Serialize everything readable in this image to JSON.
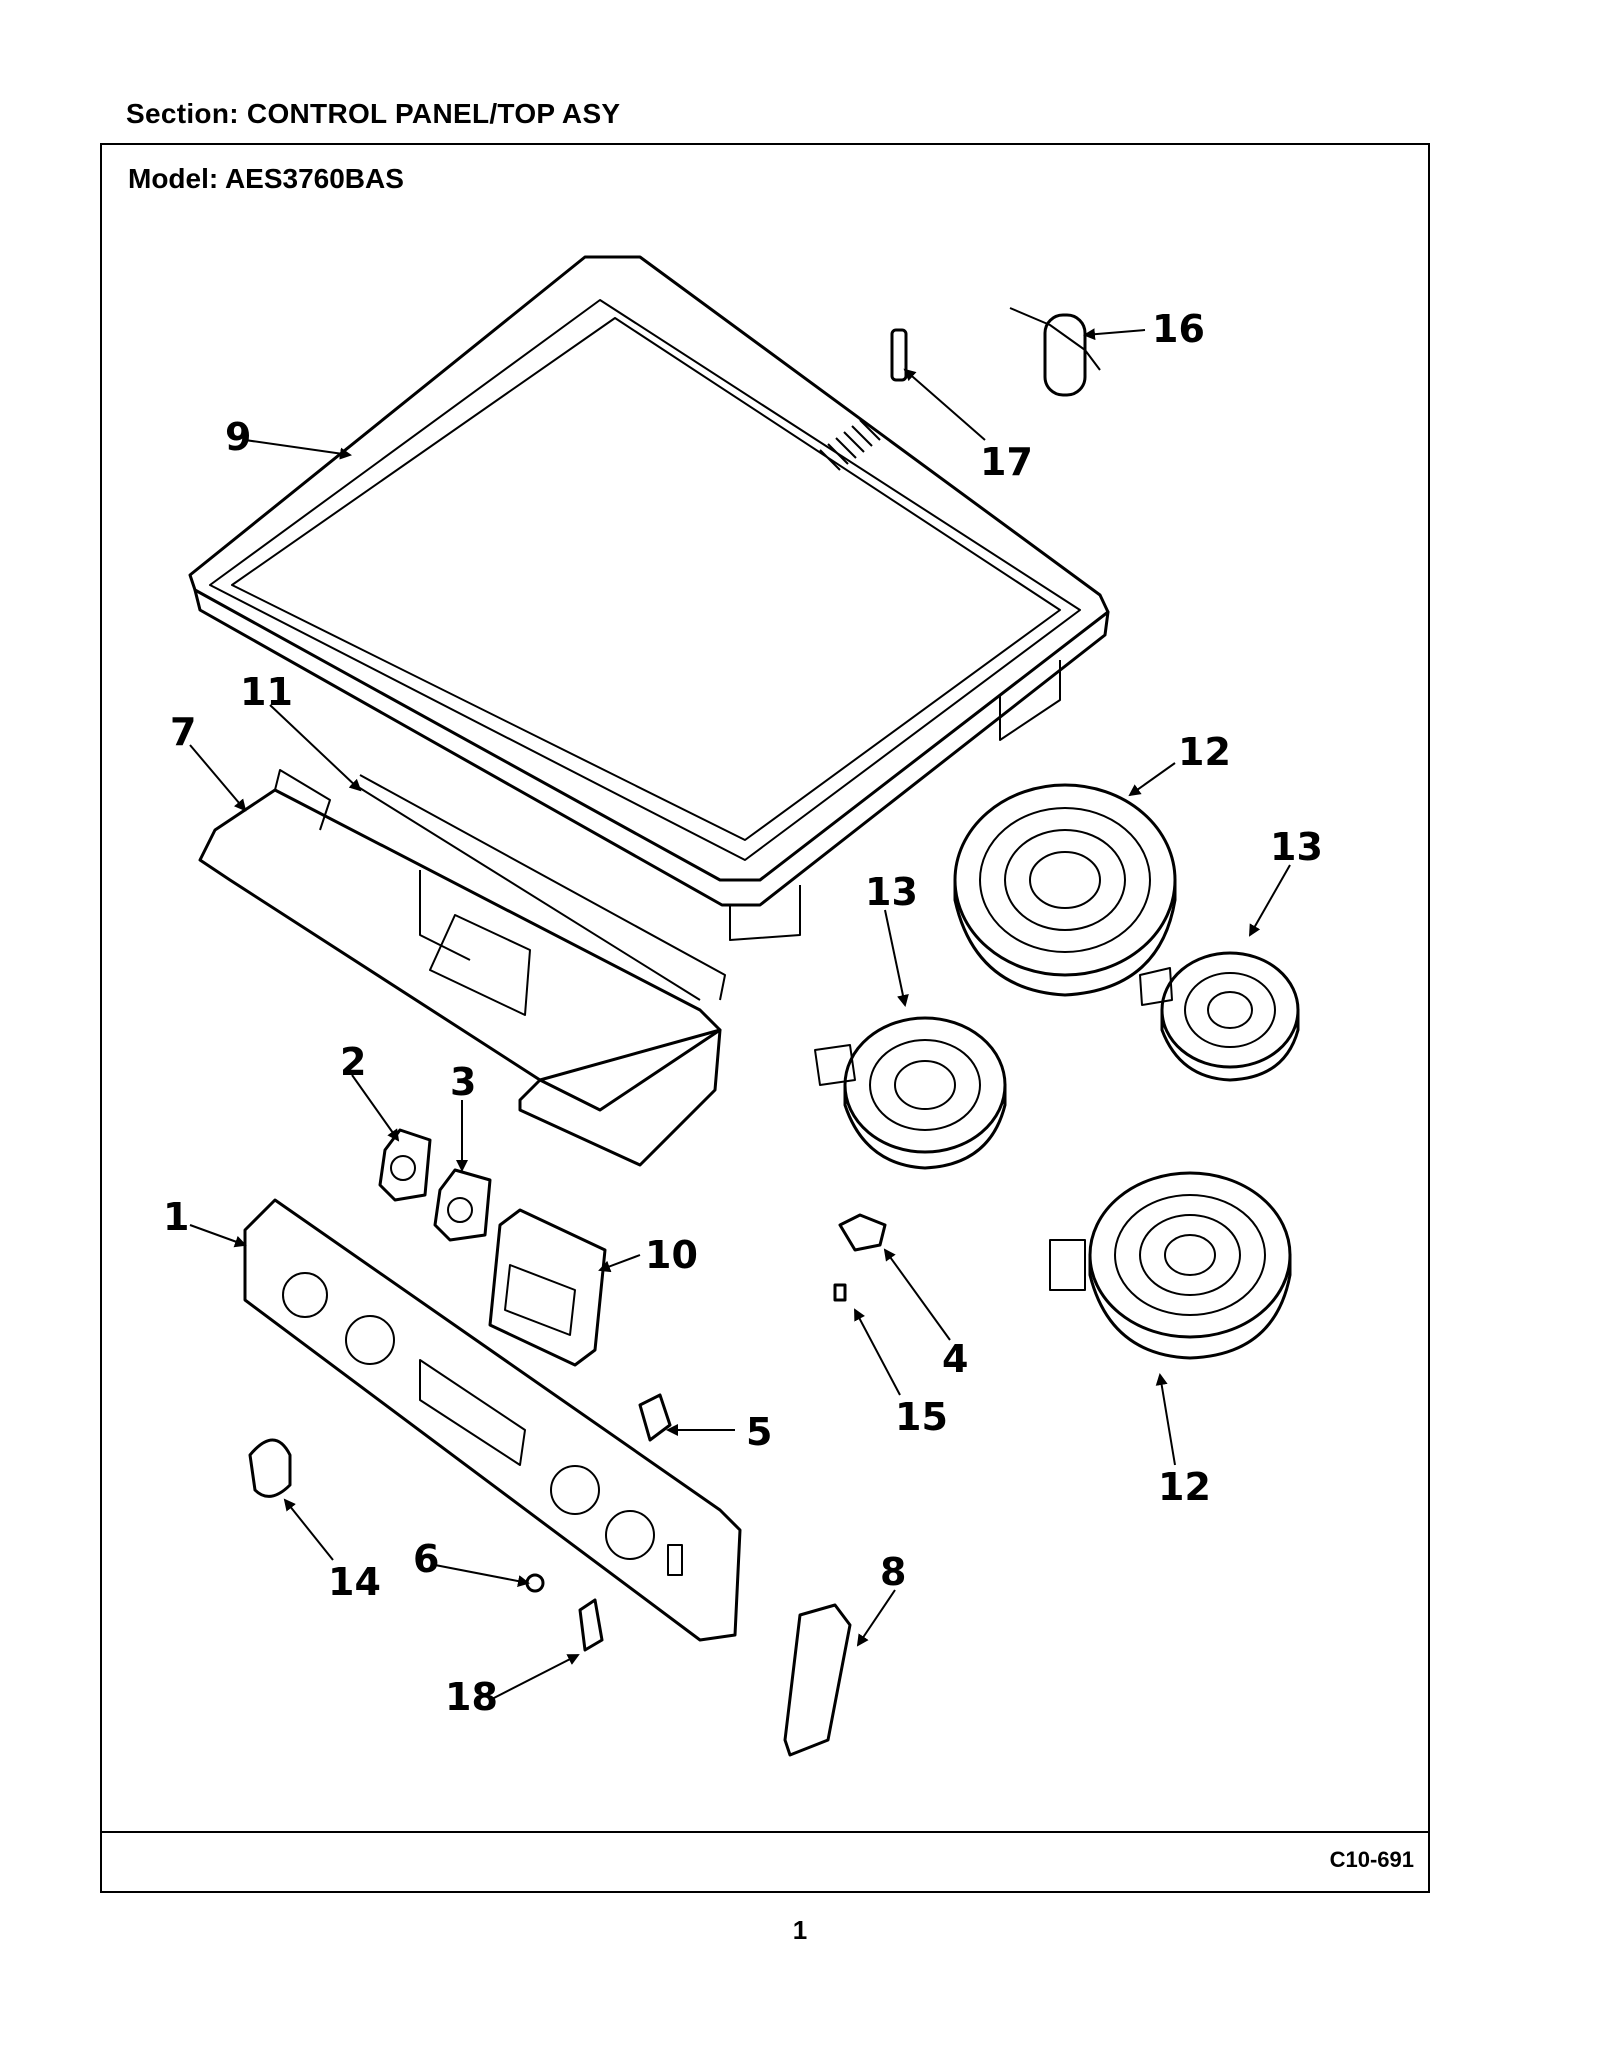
{
  "header": {
    "section_label": "Section:  CONTROL PANEL/TOP ASY"
  },
  "model": {
    "model_label": "Model:  AES3760BAS"
  },
  "footer": {
    "diagram_code": "C10-691",
    "page_number": "1"
  },
  "callouts": [
    "1",
    "2",
    "3",
    "4",
    "5",
    "6",
    "7",
    "8",
    "9",
    "10",
    "11",
    "12",
    "12",
    "13",
    "13",
    "14",
    "15",
    "16",
    "17",
    "18"
  ]
}
